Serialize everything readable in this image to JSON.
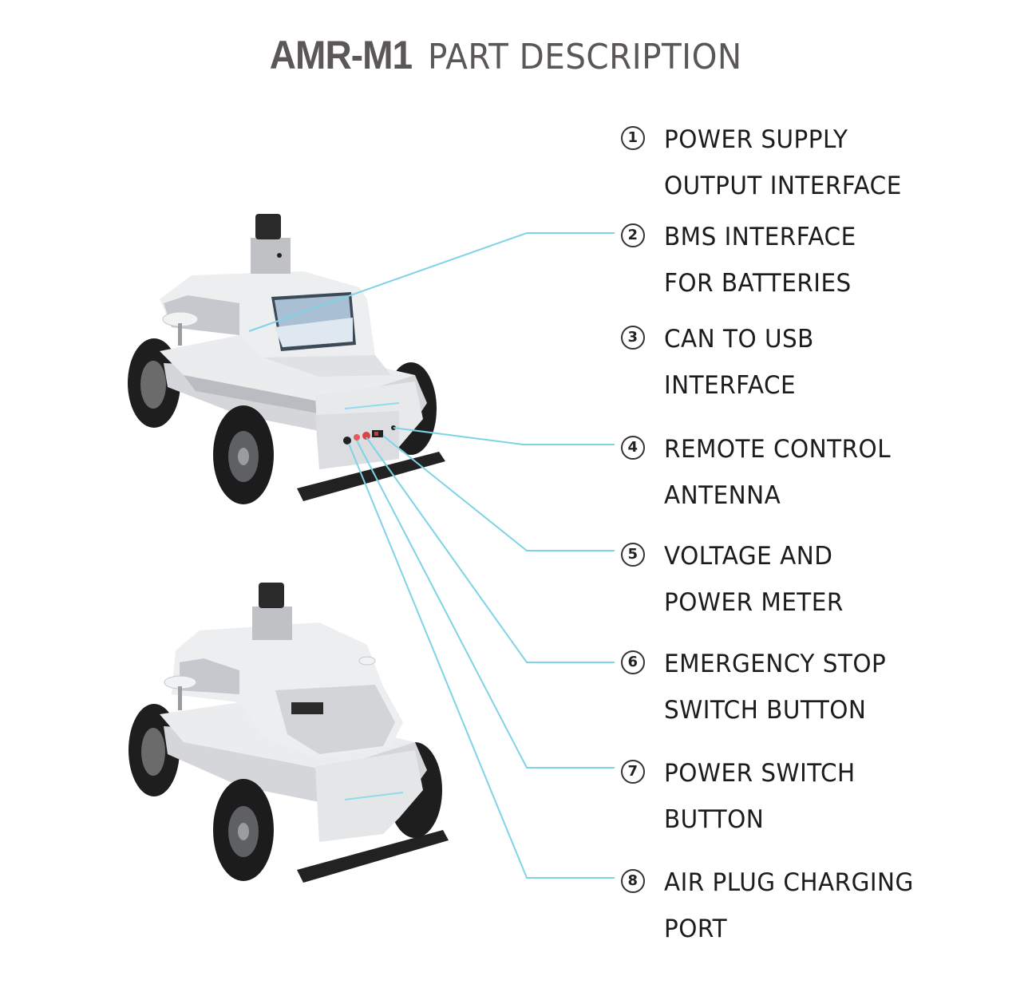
{
  "title": {
    "model": "AMR-M1",
    "rest": "PART DESCRIPTION"
  },
  "accent_line_color": "#7fd3e6",
  "parts": [
    {
      "number": "1",
      "line1": "POWER SUPPLY",
      "line2": "OUTPUT INTERFACE"
    },
    {
      "number": "2",
      "line1": "BMS INTERFACE",
      "line2": "FOR BATTERIES"
    },
    {
      "number": "3",
      "line1": "CAN TO USB",
      "line2": "INTERFACE"
    },
    {
      "number": "4",
      "line1": "REMOTE CONTROL",
      "line2": "ANTENNA"
    },
    {
      "number": "5",
      "line1": "VOLTAGE AND",
      "line2": "POWER METER"
    },
    {
      "number": "6",
      "line1": "EMERGENCY STOP",
      "line2": "SWITCH BUTTON"
    },
    {
      "number": "7",
      "line1": "POWER SWITCH",
      "line2": "BUTTON"
    },
    {
      "number": "8",
      "line1": "AIR PLUG CHARGING",
      "line2": "PORT"
    }
  ],
  "images": [
    {
      "name": "robot-view-rear-with-screen",
      "description": "AMR-M1 robot rear view with display"
    },
    {
      "name": "robot-view-rear-open",
      "description": "AMR-M1 robot rear view with open cover"
    }
  ]
}
